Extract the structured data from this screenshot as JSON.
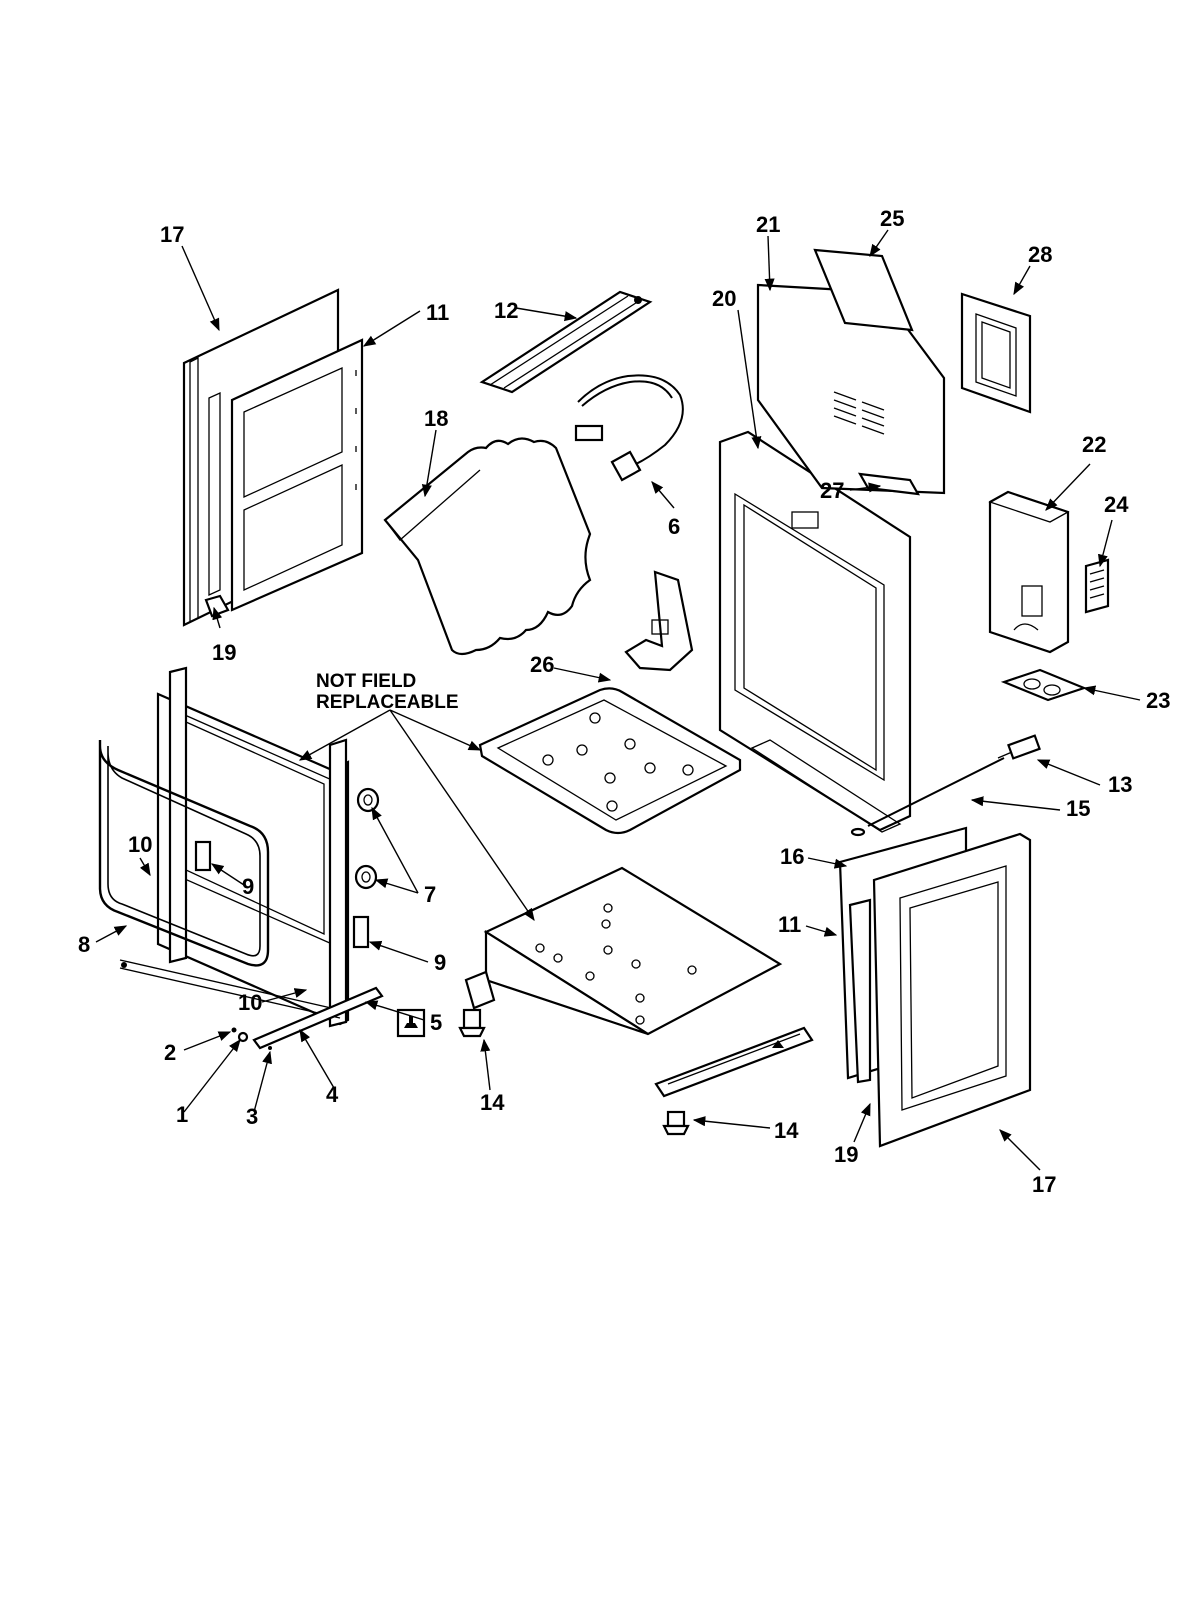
{
  "note": {
    "line1": "NOT FIELD",
    "line2": "REPLACEABLE"
  },
  "callouts": [
    {
      "id": "c17a",
      "label": "17"
    },
    {
      "id": "c11a",
      "label": "11"
    },
    {
      "id": "c19a",
      "label": "19"
    },
    {
      "id": "c12",
      "label": "12"
    },
    {
      "id": "c18",
      "label": "18"
    },
    {
      "id": "c6",
      "label": "6"
    },
    {
      "id": "c26",
      "label": "26"
    },
    {
      "id": "c21",
      "label": "21"
    },
    {
      "id": "c25",
      "label": "25"
    },
    {
      "id": "c28",
      "label": "28"
    },
    {
      "id": "c20",
      "label": "20"
    },
    {
      "id": "c27",
      "label": "27"
    },
    {
      "id": "c22",
      "label": "22"
    },
    {
      "id": "c24",
      "label": "24"
    },
    {
      "id": "c23",
      "label": "23"
    },
    {
      "id": "c13",
      "label": "13"
    },
    {
      "id": "c15",
      "label": "15"
    },
    {
      "id": "c16",
      "label": "16"
    },
    {
      "id": "c10a",
      "label": "10"
    },
    {
      "id": "c9a",
      "label": "9"
    },
    {
      "id": "c7",
      "label": "7"
    },
    {
      "id": "c8",
      "label": "8"
    },
    {
      "id": "c9b",
      "label": "9"
    },
    {
      "id": "c10b",
      "label": "10"
    },
    {
      "id": "c5",
      "label": "5"
    },
    {
      "id": "c2",
      "label": "2"
    },
    {
      "id": "c1",
      "label": "1"
    },
    {
      "id": "c3",
      "label": "3"
    },
    {
      "id": "c4",
      "label": "4"
    },
    {
      "id": "c14a",
      "label": "14"
    },
    {
      "id": "c14b",
      "label": "14"
    },
    {
      "id": "c11b",
      "label": "11"
    },
    {
      "id": "c19b",
      "label": "19"
    },
    {
      "id": "c17b",
      "label": "17"
    }
  ]
}
